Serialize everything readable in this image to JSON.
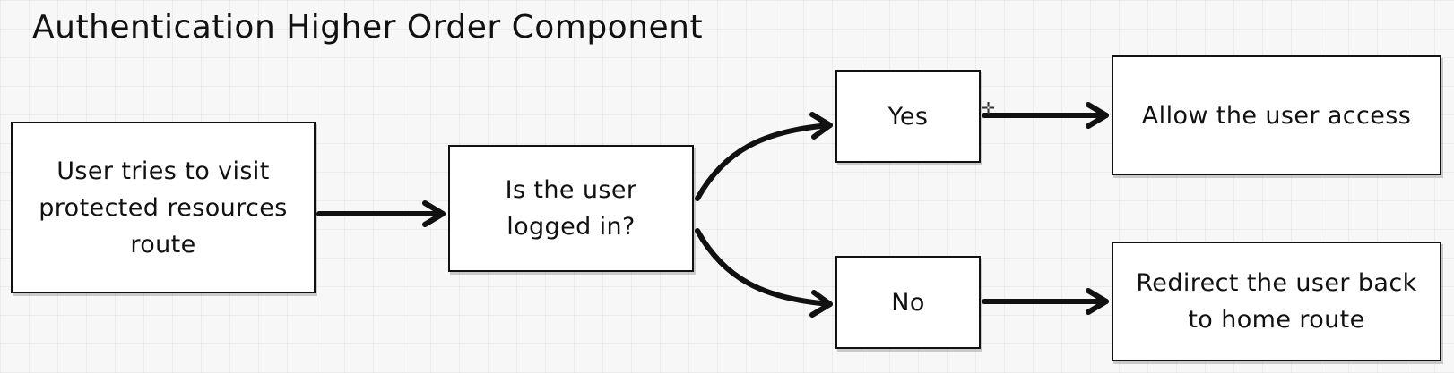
{
  "title": "Authentication Higher Order Component",
  "nodes": {
    "start": "User tries to visit protected resources route",
    "check": "Is the user logged in?",
    "yes": "Yes",
    "no": "No",
    "allow": "Allow the user access",
    "redirect": "Redirect the user back to home route"
  },
  "edges": [
    {
      "from": "start",
      "to": "check"
    },
    {
      "from": "check",
      "to": "yes"
    },
    {
      "from": "check",
      "to": "no"
    },
    {
      "from": "yes",
      "to": "allow"
    },
    {
      "from": "no",
      "to": "redirect"
    }
  ],
  "colors": {
    "background": "#f7f7f7",
    "grid": "#e6e6e6",
    "stroke": "#111111",
    "box_fill": "#ffffff"
  },
  "icons": {
    "cursor": "crosshair-cursor-icon"
  }
}
